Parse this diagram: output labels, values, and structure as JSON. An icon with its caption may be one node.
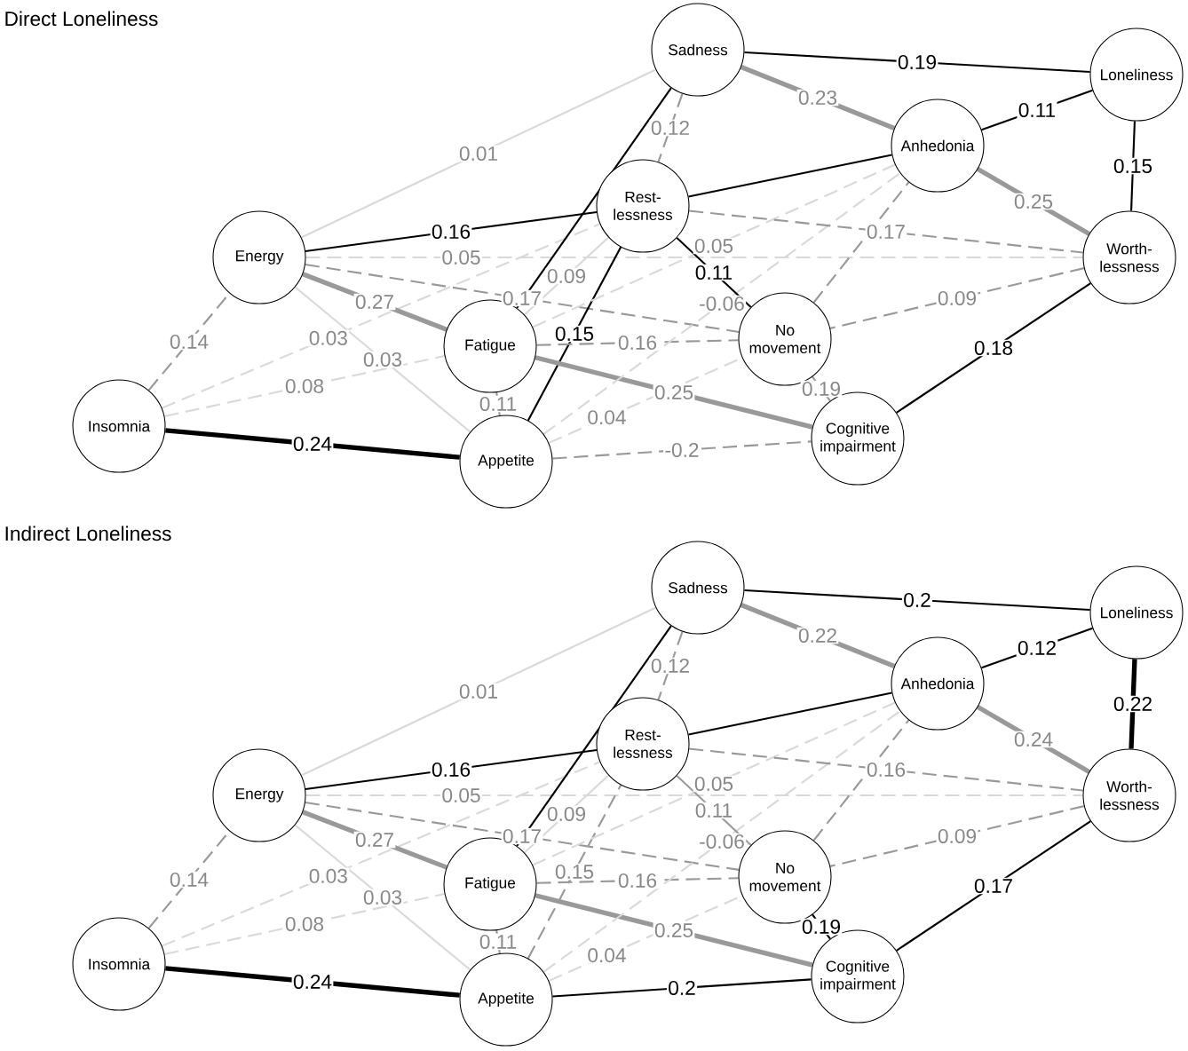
{
  "diagram": {
    "nodes": [
      {
        "text": [
          "Sadness"
        ]
      },
      {
        "text": [
          "Loneliness"
        ]
      },
      {
        "text": [
          "Anhedonia"
        ]
      },
      {
        "text": [
          "Rest- lessness"
        ]
      },
      {
        "text": [
          "Energy"
        ]
      },
      {
        "text": [
          "Worth- lessness"
        ]
      },
      {
        "text": [
          "Fatigue"
        ]
      },
      {
        "text": [
          "No movement"
        ]
      },
      {
        "text": [
          "Insomnia"
        ]
      },
      {
        "text": [
          "Appetite"
        ]
      },
      {
        "text": [
          "Cognitive impairment"
        ]
      },
      {
        "text": [
          "Sadness"
        ]
      },
      {
        "text": [
          "Loneliness"
        ]
      },
      {
        "text": [
          "Anhedonia"
        ]
      },
      {
        "text": [
          "Rest- lessness"
        ]
      },
      {
        "text": [
          "Energy"
        ]
      },
      {
        "text": [
          "Worth- lessness"
        ]
      },
      {
        "text": [
          "Fatigue"
        ]
      },
      {
        "text": [
          "No movement"
        ]
      },
      {
        "text": [
          "Insomnia"
        ]
      },
      {
        "text": [
          "Appetite"
        ]
      },
      {
        "text": [
          "Cognitive impairment"
        ]
      }
    ],
    "edges": [
      {
        "from": 8,
        "to": 4,
        "arrow": "none",
        "label": "0.14",
        "style": "dashed",
        "color": "#999999"
      },
      {
        "from": 8,
        "to": 9,
        "arrow": "none",
        "label": "0.24",
        "style": "thick",
        "color": "#000000"
      },
      {
        "from": 8,
        "to": 6,
        "arrow": "none",
        "label": "0.08",
        "style": "dashed",
        "color": "#d9d9d9"
      },
      {
        "from": 8,
        "to": 3,
        "arrow": "none",
        "label": "0.03",
        "style": "dashed",
        "color": "#d9d9d9"
      },
      {
        "from": 9,
        "to": 7,
        "arrow": "none",
        "label": "0.04",
        "style": "dashed",
        "color": "#d9d9d9"
      },
      {
        "from": 4,
        "to": 6,
        "arrow": "none",
        "label": "0.27",
        "style": "thick",
        "color": "#999999"
      },
      {
        "from": 4,
        "to": 3,
        "arrow": "none",
        "label": "0.16",
        "color": "#000000"
      },
      {
        "from": 4,
        "to": 7,
        "arrow": "none",
        "label": "0.17",
        "style": "dashed",
        "color": "#999999"
      },
      {
        "from": 4,
        "to": 0,
        "arrow": "none",
        "label": "0.01",
        "color": "#d9d9d9"
      },
      {
        "from": 4,
        "to": 9,
        "arrow": "none",
        "label": "0.03",
        "color": "#d9d9d9"
      },
      {
        "from": 4,
        "to": 5,
        "arrow": "none",
        "label": "0.05",
        "style": "dashed",
        "color": "#d9d9d9"
      },
      {
        "from": 9,
        "to": 3,
        "arrow": "none",
        "label": "0.15",
        "color": "#000000"
      },
      {
        "from": 6,
        "to": 0,
        "arrow": "none",
        "color": "#000000"
      },
      {
        "from": 9,
        "to": 6,
        "arrow": "none",
        "label": "0.11",
        "color": "#999999"
      },
      {
        "from": 9,
        "to": 10,
        "arrow": "none",
        "label": "-0.2",
        "style": "dashed",
        "color": "#999999"
      },
      {
        "from": 6,
        "to": 7,
        "arrow": "none",
        "label": "0.16",
        "style": "dashed",
        "color": "#999999"
      },
      {
        "from": 6,
        "to": 10,
        "arrow": "none",
        "label": "0.25",
        "style": "thick",
        "color": "#999999"
      },
      {
        "from": 6,
        "to": 3,
        "arrow": "none",
        "label": "0.09",
        "color": "#d9d9d9"
      },
      {
        "from": 9,
        "to": 2,
        "arrow": "none",
        "label": "-0.06",
        "style": "dashed",
        "color": "#d9d9d9"
      },
      {
        "from": 0,
        "to": 1,
        "arrow": "none",
        "label": "0.19",
        "color": "#000000"
      },
      {
        "from": 0,
        "to": 2,
        "arrow": "none",
        "label": "0.23",
        "style": "thick",
        "color": "#999999"
      },
      {
        "from": 0,
        "to": 3,
        "arrow": "none",
        "label": "0.12",
        "style": "dashed",
        "color": "#999999"
      },
      {
        "from": 2,
        "to": 1,
        "arrow": "none",
        "label": "0.11",
        "color": "#000000"
      },
      {
        "from": 2,
        "to": 5,
        "arrow": "none",
        "label": "0.25",
        "style": "thick",
        "color": "#999999"
      },
      {
        "from": 3,
        "to": 2,
        "arrow": "none",
        "color": "#000000"
      },
      {
        "from": 6,
        "to": 2,
        "arrow": "none",
        "label": "0.05",
        "style": "dashed",
        "color": "#d9d9d9"
      },
      {
        "from": 3,
        "to": 5,
        "arrow": "none",
        "label": "0.17",
        "style": "dashed",
        "color": "#999999"
      },
      {
        "from": 1,
        "to": 5,
        "arrow": "none",
        "label": "0.15",
        "color": "#000000"
      },
      {
        "from": 5,
        "to": 10,
        "arrow": "none",
        "label": "0.18",
        "color": "#000000"
      },
      {
        "from": 5,
        "to": 7,
        "arrow": "none",
        "label": "0.09",
        "style": "dashed",
        "color": "#999999"
      },
      {
        "from": 7,
        "to": 3,
        "arrow": "none",
        "label": "0.11",
        "color": "#000000"
      },
      {
        "from": 7,
        "to": 10,
        "arrow": "none",
        "label": "0.19",
        "color": "#999999"
      },
      {
        "from": 7,
        "to": 2,
        "arrow": "none",
        "style": "dashed",
        "color": "#999999"
      },
      {
        "from": 19,
        "to": 15,
        "arrow": "none",
        "label": "0.14",
        "style": "dashed",
        "color": "#999999"
      },
      {
        "from": 19,
        "to": 20,
        "arrow": "none",
        "label": "0.24",
        "style": "thick",
        "color": "#000000"
      },
      {
        "from": 19,
        "to": 17,
        "arrow": "none",
        "label": "0.08",
        "style": "dashed",
        "color": "#d9d9d9"
      },
      {
        "from": 19,
        "to": 14,
        "arrow": "none",
        "label": "0.03",
        "style": "dashed",
        "color": "#d9d9d9"
      },
      {
        "from": 20,
        "to": 18,
        "arrow": "none",
        "label": "0.04",
        "style": "dashed",
        "color": "#d9d9d9"
      },
      {
        "from": 15,
        "to": 17,
        "arrow": "none",
        "label": "0.27",
        "style": "thick",
        "color": "#999999"
      },
      {
        "from": 15,
        "to": 14,
        "arrow": "none",
        "label": "0.16",
        "color": "#000000"
      },
      {
        "from": 15,
        "to": 18,
        "arrow": "none",
        "label": "0.17",
        "style": "dashed",
        "color": "#999999"
      },
      {
        "from": 15,
        "to": 11,
        "arrow": "none",
        "label": "0.01",
        "color": "#d9d9d9"
      },
      {
        "from": 15,
        "to": 20,
        "arrow": "none",
        "label": "0.03",
        "color": "#d9d9d9"
      },
      {
        "from": 15,
        "to": 16,
        "arrow": "none",
        "label": "0.05",
        "style": "dashed",
        "color": "#d9d9d9"
      },
      {
        "from": 20,
        "to": 14,
        "arrow": "none",
        "label": "0.15",
        "style": "dashed",
        "color": "#999999"
      },
      {
        "from": 17,
        "to": 11,
        "arrow": "none",
        "color": "#000000"
      },
      {
        "from": 20,
        "to": 17,
        "arrow": "none",
        "label": "0.11",
        "color": "#999999"
      },
      {
        "from": 20,
        "to": 21,
        "arrow": "none",
        "label": "0.2",
        "color": "#000000"
      },
      {
        "from": 17,
        "to": 18,
        "arrow": "none",
        "label": "0.16",
        "style": "dashed",
        "color": "#999999"
      },
      {
        "from": 17,
        "to": 21,
        "arrow": "none",
        "label": "0.25",
        "style": "thick",
        "color": "#999999"
      },
      {
        "from": 17,
        "to": 14,
        "arrow": "none",
        "label": "0.09",
        "color": "#d9d9d9"
      },
      {
        "from": 20,
        "to": 13,
        "arrow": "none",
        "label": "-0.06",
        "style": "dashed",
        "color": "#d9d9d9"
      },
      {
        "from": 11,
        "to": 12,
        "arrow": "none",
        "label": "0.2",
        "color": "#000000"
      },
      {
        "from": 11,
        "to": 13,
        "arrow": "none",
        "label": "0.22",
        "style": "thick",
        "color": "#999999"
      },
      {
        "from": 11,
        "to": 14,
        "arrow": "none",
        "label": "0.12",
        "style": "dashed",
        "color": "#999999"
      },
      {
        "from": 13,
        "to": 12,
        "arrow": "none",
        "label": "0.12",
        "color": "#000000"
      },
      {
        "from": 13,
        "to": 16,
        "arrow": "none",
        "label": "0.24",
        "style": "thick",
        "color": "#999999"
      },
      {
        "from": 14,
        "to": 13,
        "arrow": "none",
        "color": "#000000"
      },
      {
        "from": 17,
        "to": 13,
        "arrow": "none",
        "label": "0.05",
        "style": "dashed",
        "color": "#d9d9d9"
      },
      {
        "from": 14,
        "to": 16,
        "arrow": "none",
        "label": "0.16",
        "style": "dashed",
        "color": "#999999"
      },
      {
        "from": 12,
        "to": 16,
        "arrow": "none",
        "label": "0.22",
        "style": "thick",
        "color": "#000000"
      },
      {
        "from": 16,
        "to": 21,
        "arrow": "none",
        "label": "0.17",
        "color": "#000000"
      },
      {
        "from": 16,
        "to": 18,
        "arrow": "none",
        "label": "0.09",
        "style": "dashed",
        "color": "#999999"
      },
      {
        "from": 18,
        "to": 14,
        "arrow": "none",
        "label": "0.11",
        "color": "#999999"
      },
      {
        "from": 18,
        "to": 21,
        "arrow": "none",
        "label": "0.19",
        "color": "#000000"
      },
      {
        "from": 18,
        "to": 13,
        "arrow": "none",
        "style": "dashed",
        "color": "#999999"
      }
    ],
    "labels": [
      "Direct Loneliness",
      "Indirect Loneliness"
    ]
  }
}
